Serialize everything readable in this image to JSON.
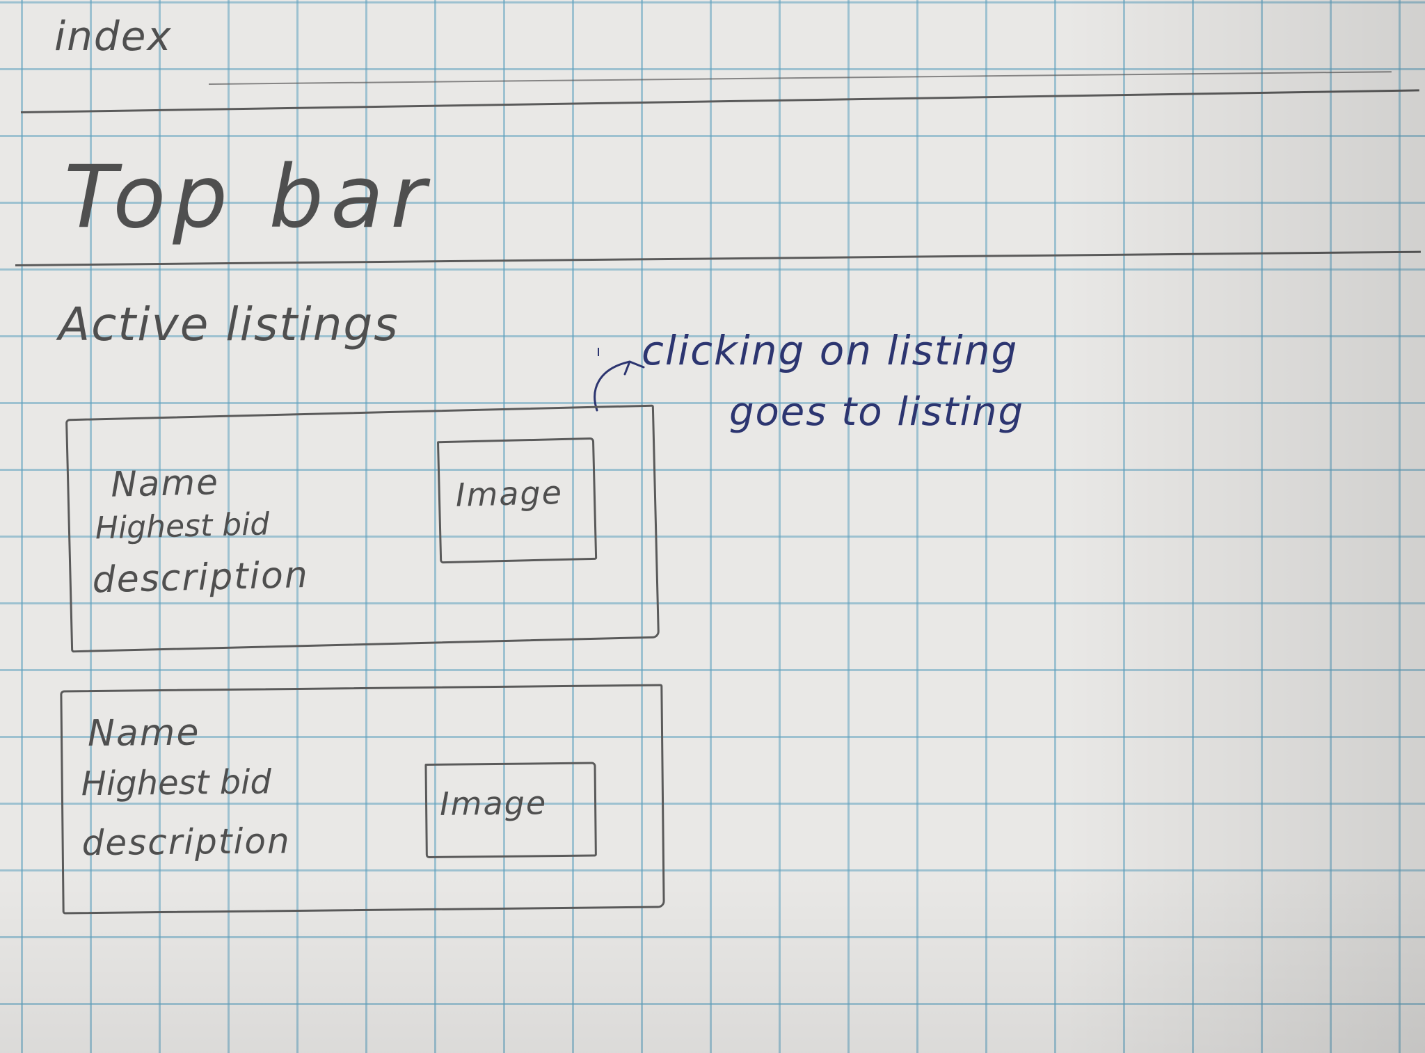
{
  "page_label": "index",
  "top_bar": {
    "label": "Top bar"
  },
  "section": {
    "heading": "Active listings"
  },
  "annotation": {
    "line1": "clicking on listing",
    "line2": "goes to listing"
  },
  "listings": [
    {
      "name": "Name",
      "highest_bid": "Highest bid",
      "description": "description",
      "image_label": "Image"
    },
    {
      "name": "Name",
      "highest_bid": "Highest bid",
      "description": "description",
      "image_label": "Image"
    }
  ],
  "colors": {
    "pencil": "#4f4f4f",
    "ink": "#2c3570",
    "grid": "#5fa0be",
    "paper": "#e9e8e6"
  }
}
